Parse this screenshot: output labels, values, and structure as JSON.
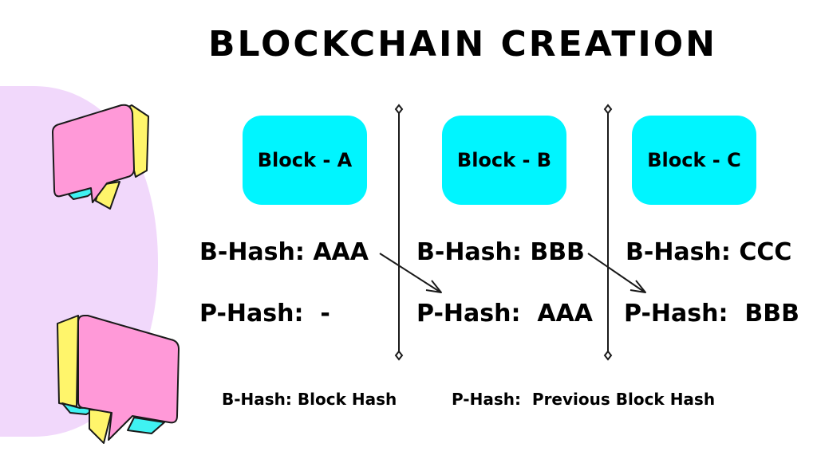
{
  "title": "BLOCKCHAIN CREATION",
  "colors": {
    "block_fill": "#00f5ff",
    "background_blob": "#f1d8fb",
    "bubble_pink": "#ff99d8",
    "bubble_yellow": "#fff56b",
    "bubble_cyan": "#3ff2f2"
  },
  "blocks": [
    {
      "label": "Block - A",
      "b_hash": "B-Hash: AAA",
      "p_hash": "P-Hash:  -"
    },
    {
      "label": "Block - B",
      "b_hash": "B-Hash: BBB",
      "p_hash": "P-Hash:  AAA"
    },
    {
      "label": "Block - C",
      "b_hash": "B-Hash: CCC",
      "p_hash": "P-Hash:  BBB"
    }
  ],
  "legend": {
    "b_hash": "B-Hash: Block Hash",
    "p_hash": "P-Hash:  Previous Block Hash"
  }
}
